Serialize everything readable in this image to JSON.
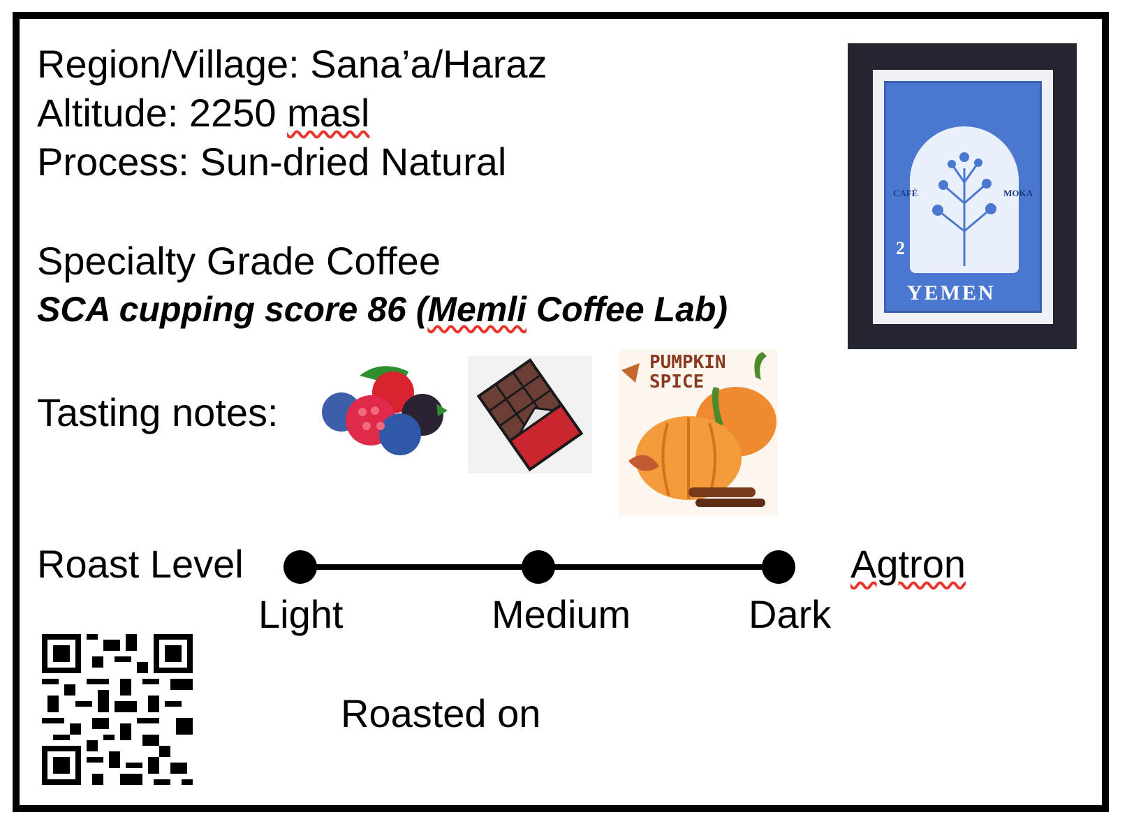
{
  "details": {
    "region": "Region/Village: Sana’a/Haraz",
    "altitude_prefix": "Altitude: 2250 ",
    "altitude_unit": "masl",
    "process": "Process: Sun-dried Natural"
  },
  "grade": {
    "title": "Specialty Grade Coffee",
    "score_prefix": "SCA cupping score 86 (",
    "lab_name": "Memli",
    "score_suffix": " Coffee Lab)"
  },
  "tasting": {
    "label": "Tasting notes:",
    "notes": [
      "berries",
      "chocolate",
      "pumpkin-spice"
    ],
    "pumpkin_caption_1": "PUMPKIN",
    "pumpkin_caption_2": "SPICE"
  },
  "stamp": {
    "country": "YEMEN",
    "left_word": "CAFÉ",
    "right_word": "MOKA",
    "value": "2"
  },
  "roast": {
    "label": "Roast Level",
    "levels": [
      "Light",
      "Medium",
      "Dark"
    ],
    "agtron_label": "Agtron"
  },
  "roasted_on": "Roasted on",
  "colors": {
    "border": "#000000",
    "spellcheck": "#e8342a",
    "stamp_blue": "#4a78d0",
    "stamp_bg": "#23262f"
  }
}
